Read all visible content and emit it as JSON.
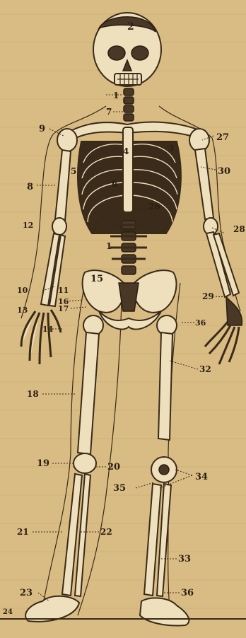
{
  "labels": [
    {
      "id": "2",
      "text": "2"
    },
    {
      "id": "1a",
      "text": "1"
    },
    {
      "id": "7",
      "text": "7"
    },
    {
      "id": "9",
      "text": "9"
    },
    {
      "id": "27",
      "text": "27"
    },
    {
      "id": "4",
      "text": "4"
    },
    {
      "id": "3",
      "text": "3"
    },
    {
      "id": "5",
      "text": "5"
    },
    {
      "id": "6",
      "text": "6"
    },
    {
      "id": "8",
      "text": "8"
    },
    {
      "id": "30",
      "text": "30"
    },
    {
      "id": "26",
      "text": "26"
    },
    {
      "id": "12",
      "text": "12"
    },
    {
      "id": "28",
      "text": "28"
    },
    {
      "id": "1b",
      "text": "1"
    },
    {
      "id": "15",
      "text": "15"
    },
    {
      "id": "10",
      "text": "10"
    },
    {
      "id": "11",
      "text": "11"
    },
    {
      "id": "16",
      "text": "16"
    },
    {
      "id": "17",
      "text": "17"
    },
    {
      "id": "29",
      "text": "29"
    },
    {
      "id": "13",
      "text": "13"
    },
    {
      "id": "14",
      "text": "14"
    },
    {
      "id": "36a",
      "text": "36"
    },
    {
      "id": "32",
      "text": "32"
    },
    {
      "id": "18",
      "text": "18"
    },
    {
      "id": "19",
      "text": "19"
    },
    {
      "id": "20",
      "text": "20"
    },
    {
      "id": "34",
      "text": "34"
    },
    {
      "id": "35",
      "text": "35"
    },
    {
      "id": "21",
      "text": "21"
    },
    {
      "id": "22",
      "text": "22"
    },
    {
      "id": "33",
      "text": "33"
    },
    {
      "id": "23",
      "text": "23"
    },
    {
      "id": "36b",
      "text": "36"
    },
    {
      "id": "24",
      "text": "24"
    }
  ]
}
